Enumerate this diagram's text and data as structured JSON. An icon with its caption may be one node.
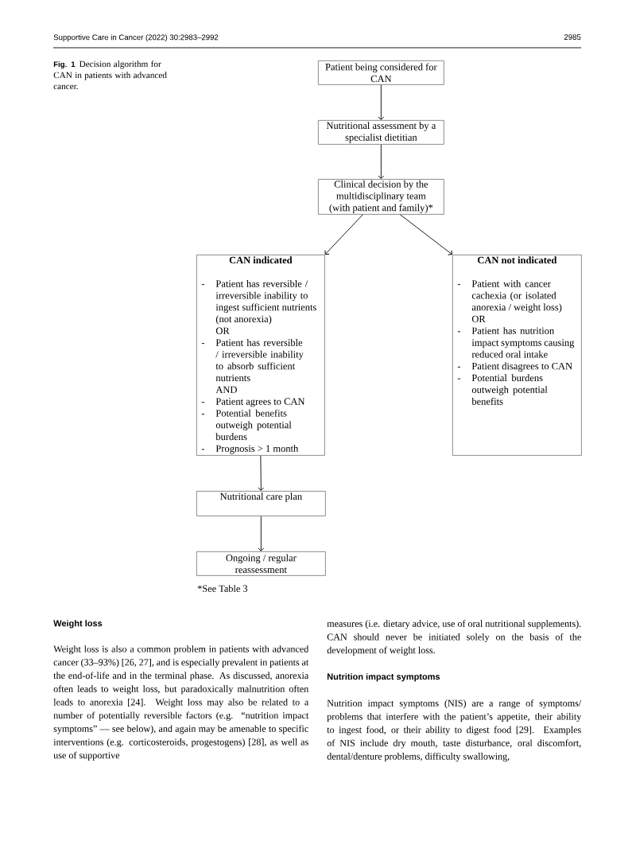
{
  "diagram": {
    "caption": "Decision algorithm for CAN in patients with advanced cancer.",
    "nodes": [
      {
        "text": [
          "Patient being considered for CAN"
        ]
      },
      {
        "text": [
          "Nutritional assessment by a specialist dietitian"
        ]
      },
      {
        "text": [
          "Clinical decision by the multidisciplinary team (with patient and family)*"
        ]
      },
      {
        "text": [
          "CAN indicated",
          "-",
          "Patient has reversible / irreversible inability to ingest sufficient nutrients (not anorexia)",
          "OR",
          "-",
          "Patient has reversible / irreversible inability to absorb sufficient nutrients",
          "AND",
          "-",
          "Patient agrees to CAN",
          "-",
          "Potential benefits outweigh potential burdens",
          "-",
          "Prognosis > 1 month"
        ]
      },
      {
        "text": [
          "CAN not indicated",
          "-",
          "Patient with cancer cachexia (or isolated anorexia / weight loss)",
          "OR",
          "-",
          "Patient has nutrition impact symptoms causing reduced oral intake",
          "-",
          "Patient disagrees to CAN",
          "-",
          "Potential burdens outweigh potential benefits"
        ]
      },
      {
        "text": [
          "Nutritional care plan"
        ]
      },
      {
        "text": [
          "Ongoing / regular reassessment"
        ]
      }
    ],
    "edges": [
      {
        "from": 0,
        "to": 1,
        "arrow": "to"
      },
      {
        "from": 1,
        "to": 2,
        "arrow": "to"
      },
      {
        "from": 2,
        "to": 3,
        "arrow": "to"
      },
      {
        "from": 2,
        "to": 4,
        "arrow": "to"
      },
      {
        "from": 3,
        "to": 5,
        "arrow": "to"
      },
      {
        "from": 5,
        "to": 6,
        "arrow": "to"
      }
    ],
    "labels": [
      "Supportive Care in Cancer (2022) 30:2983–2992",
      "2985",
      "Fig. 1",
      "*See Table 3",
      "Weight loss",
      "Weight loss is also a common problem in patients with advanced cancer (33–93%) [26, 27], and is especially prevalent in patients at the end-of-life and in the terminal phase. As discussed, anorexia often leads to weight loss, but paradoxically malnutrition often leads to anorexia [24]. Weight loss may also be related to a number of potentially reversible factors (e.g. “nutrition impact symptoms” — see below), and again may be amenable to specific interventions (e.g. corticosteroids, progestogens) [28], as well as use of supportive",
      "measures (i.e. dietary advice, use of oral nutritional supplements). CAN should never be initiated solely on the basis of the development of weight loss.",
      "Nutrition impact symptoms",
      "Nutrition impact symptoms (NIS) are a range of symptoms/ problems that interfere with the patient’s appetite, their ability to ingest food, or their ability to digest food [29]. Examples of NIS include dry mouth, taste disturbance, oral discomfort, dental/denture problems, difficulty swallowing,"
    ]
  }
}
